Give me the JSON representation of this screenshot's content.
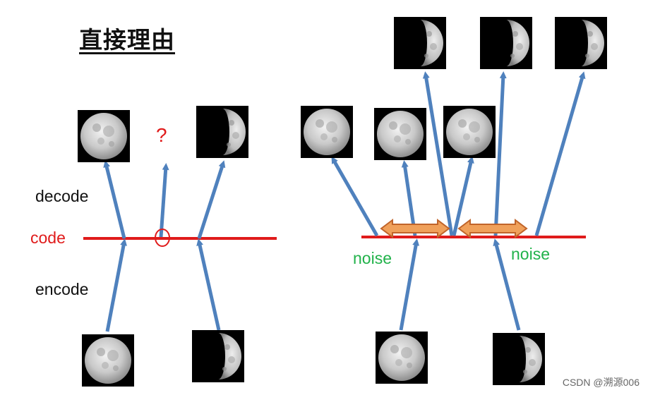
{
  "title": "直接理由",
  "labels": {
    "decode": "decode",
    "code": "code",
    "encode": "encode",
    "question": "?",
    "noise_left": "noise",
    "noise_right": "noise"
  },
  "watermark": "CSDN @溯源006",
  "colors": {
    "arrow": "#4f81bd",
    "code_line": "#e01b1b",
    "noise_arrow_fill": "#f0a05a",
    "noise_arrow_stroke": "#c0642a",
    "noise_text": "#21b24a"
  },
  "images": {
    "full_moon": "full-moon",
    "half_moon": "half-moon"
  }
}
